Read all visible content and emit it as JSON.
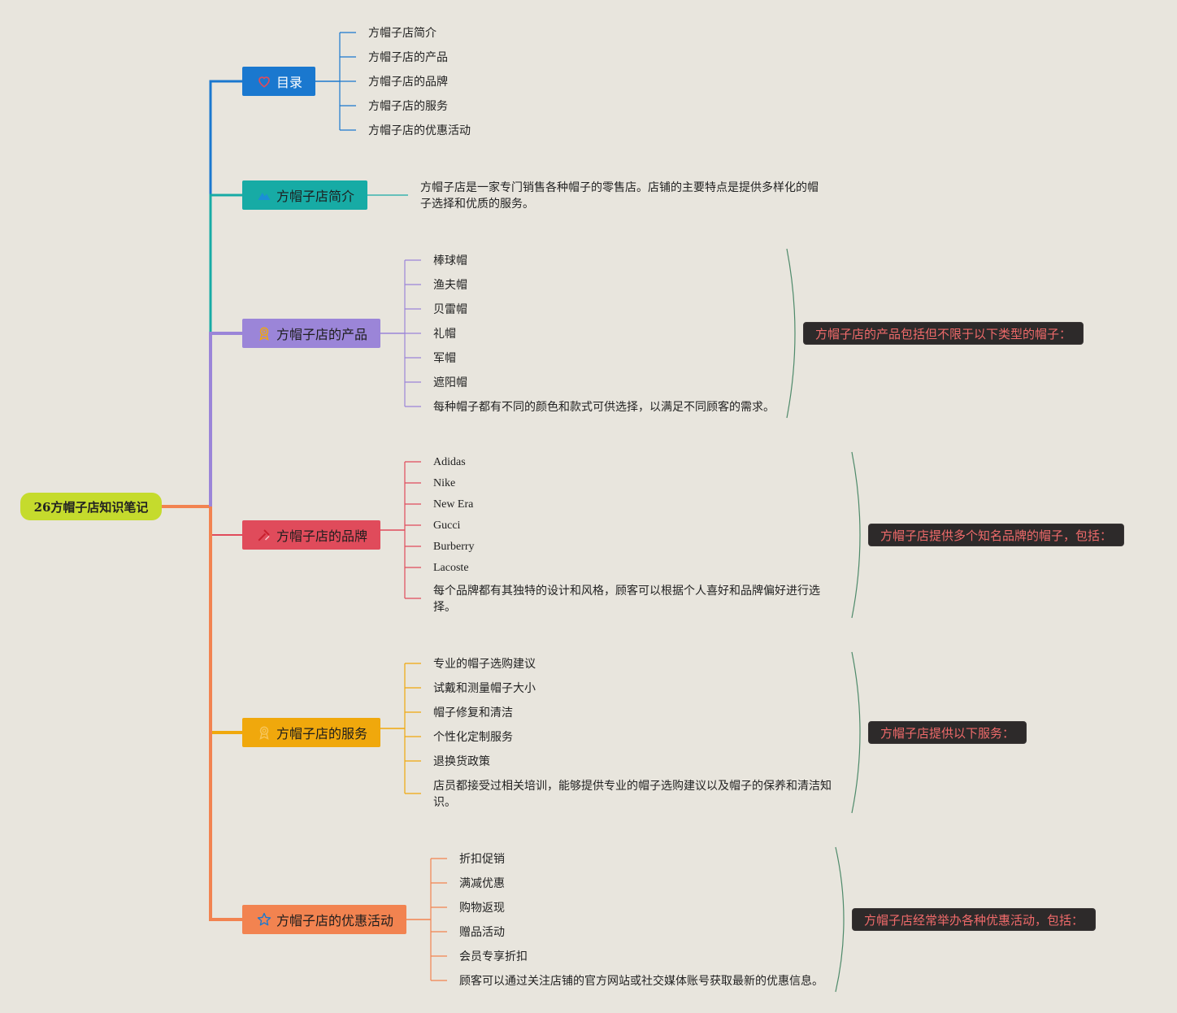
{
  "root": {
    "title": "26方帽子店知识笔记"
  },
  "branches": {
    "toc": {
      "label": "目录",
      "color": "#1a78cf",
      "icon": "heart-icon",
      "items": [
        "方帽子店简介",
        "方帽子店的产品",
        "方帽子店的品牌",
        "方帽子店的服务",
        "方帽子店的优惠活动"
      ]
    },
    "intro": {
      "label": "方帽子店简介",
      "color": "#17aba5",
      "icon": "mountain-icon",
      "text": "方帽子店是一家专门销售各种帽子的零售店。店铺的主要特点是提供多样化的帽子选择和优质的服务。"
    },
    "products": {
      "label": "方帽子店的产品",
      "color": "#9b85d8",
      "icon": "award-icon",
      "items": [
        "棒球帽",
        "渔夫帽",
        "贝雷帽",
        "礼帽",
        "军帽",
        "遮阳帽",
        "每种帽子都有不同的颜色和款式可供选择，以满足不同顾客的需求。"
      ],
      "summary": "方帽子店的产品包括但不限于以下类型的帽子："
    },
    "brands": {
      "label": "方帽子店的品牌",
      "color": "#e04b5b",
      "icon": "tools-icon",
      "items": [
        "Adidas",
        "Nike",
        "New Era",
        "Gucci",
        "Burberry",
        "Lacoste"
      ],
      "note": "每个品牌都有其独特的设计和风格，顾客可以根据个人喜好和品牌偏好进行选择。",
      "summary": "方帽子店提供多个知名品牌的帽子，包括："
    },
    "services": {
      "label": "方帽子店的服务",
      "color": "#f0a80c",
      "icon": "award-icon",
      "items": [
        "专业的帽子选购建议",
        "试戴和测量帽子大小",
        "帽子修复和清洁",
        "个性化定制服务",
        "退换货政策"
      ],
      "note": "店员都接受过相关培训，能够提供专业的帽子选购建议以及帽子的保养和清洁知识。",
      "summary": "方帽子店提供以下服务："
    },
    "promos": {
      "label": "方帽子店的优惠活动",
      "color": "#f28350",
      "icon": "star-icon",
      "items": [
        "折扣促销",
        "满减优惠",
        "购物返现",
        "赠品活动",
        "会员专享折扣",
        "顾客可以通过关注店铺的官方网站或社交媒体账号获取最新的优惠信息。"
      ],
      "summary": "方帽子店经常举办各种优惠活动，包括："
    }
  }
}
